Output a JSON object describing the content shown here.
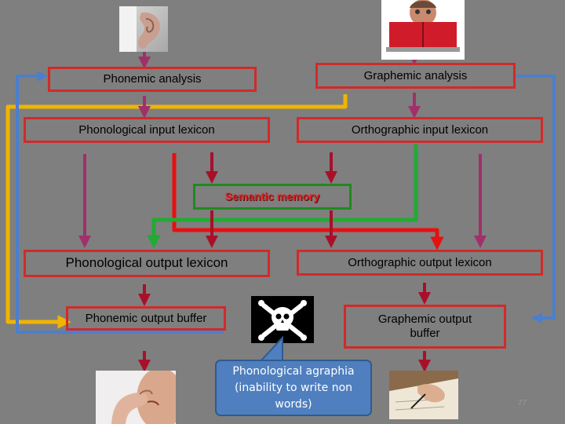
{
  "boxes": {
    "phonemic_analysis": "Phonemic analysis",
    "graphemic_analysis": "Graphemic analysis",
    "phonological_input_lexicon": "Phonological input lexicon",
    "orthographic_input_lexicon": "Orthographic input lexicon",
    "semantic_memory": "Semantic memory",
    "phonological_output_lexicon": "Phonological output lexicon",
    "orthographic_output_lexicon": "Orthographic output lexicon",
    "phonemic_output_buffer": "Phonemic output buffer",
    "graphemic_output_buffer": "Graphemic output buffer"
  },
  "callout": {
    "line1": "Phonological agraphia",
    "line2": "(inability to write non",
    "line3": "words)"
  },
  "page_number": "77",
  "icons": {
    "ear": "ear-photo",
    "reader": "reading-person-photo",
    "danger": "skull-crossbones-icon",
    "mouth": "mouth-hand-photo",
    "writing": "writing-hand-photo"
  },
  "colors": {
    "background": "#7f7f7f",
    "box_border": "#d12a2a",
    "semantic_border": "#1e8a1e",
    "semantic_text": "#e02020",
    "arrow_purple": "#a0306a",
    "arrow_darkred": "#a8102a",
    "route_yellow": "#f0b400",
    "route_blue": "#4a7fd0",
    "route_red": "#e81010",
    "route_green": "#22aa33",
    "callout": "#4f7fbf"
  }
}
